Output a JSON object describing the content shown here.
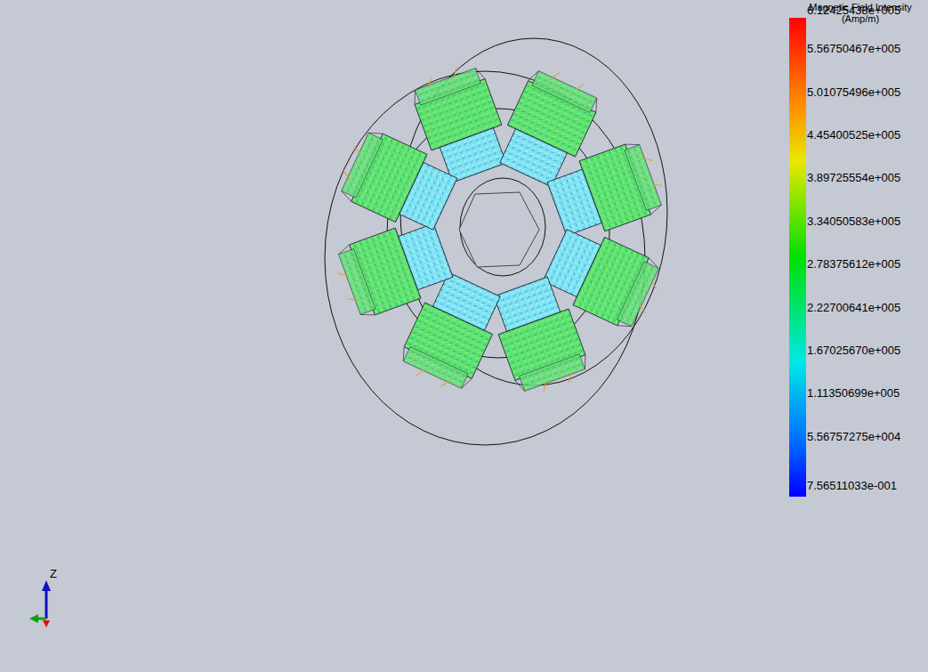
{
  "diagram": {
    "labels": [
      "Magnetic Field Intensity (Amp/m)",
      "6.12425438e+005",
      "5.56750467e+005",
      "5.01075496e+005",
      "4.45400525e+005",
      "3.89725554e+005",
      "3.34050583e+005",
      "2.78375612e+005",
      "2.22700641e+005",
      "1.67025670e+005",
      "1.11350699e+005",
      "5.56757275e+004",
      "7.56511033e-001",
      "Z"
    ]
  }
}
